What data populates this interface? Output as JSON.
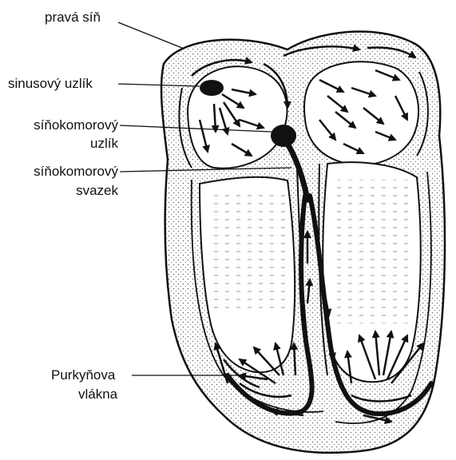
{
  "labels": {
    "right_atrium": "pravá síň",
    "sinus_node": "sinusový uzlík",
    "av_node_line1": "síňokomorový",
    "av_node_line2": "uzlík",
    "av_bundle_line1": "síňokomorový",
    "av_bundle_line2": "svazek",
    "purkinje_line1": "Purkyňova",
    "purkinje_line2": "vlákna"
  },
  "colors": {
    "ink": "#111111",
    "paper": "#ffffff",
    "stipple": "#6a6a6a"
  }
}
